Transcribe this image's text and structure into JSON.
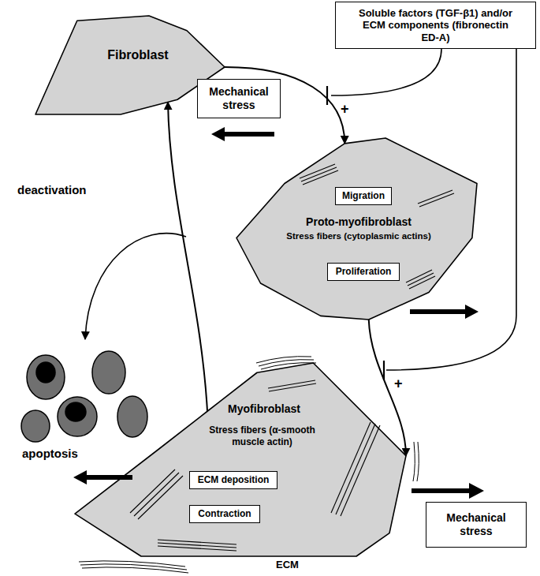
{
  "diagram": {
    "nodes": [
      {
        "text": [
          "Fibroblast"
        ]
      },
      {
        "text": [
          "Soluble factors (TGF-β1) and/or ECM components (fibronectin ED-A)"
        ]
      },
      {
        "text": [
          "Mechanical stress"
        ]
      },
      {
        "text": [
          "Proto-myofibroblast",
          "Stress fibers (cytoplasmic actins)"
        ]
      },
      {
        "text": [
          "Migration"
        ],
        "in": 3
      },
      {
        "text": [
          "Proliferation"
        ],
        "in": 3
      },
      {
        "text": [
          "Myofibroblast",
          "Stress fibers (α-smooth muscle actin)"
        ]
      },
      {
        "text": [
          "ECM deposition"
        ],
        "in": 6
      },
      {
        "text": [
          "Contraction"
        ],
        "in": 6
      },
      {
        "text": [
          "Mechanical stress"
        ]
      }
    ],
    "edges": [
      {
        "from": 0,
        "to": 3,
        "arrow": "to"
      },
      {
        "from": 3,
        "to": 6,
        "arrow": "to"
      },
      {
        "from": 6,
        "to": 0,
        "arrow": "to"
      }
    ],
    "labels": [
      "+",
      "deactivation",
      "+",
      "apoptosis",
      "ECM"
    ]
  }
}
